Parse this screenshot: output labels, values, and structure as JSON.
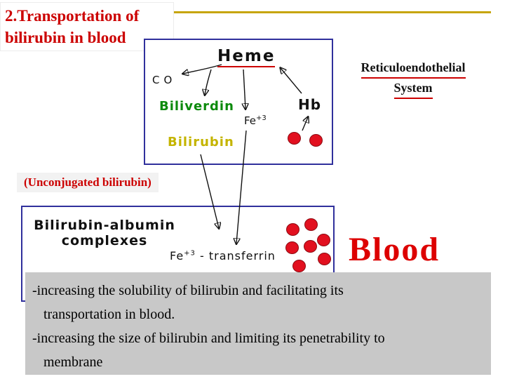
{
  "title": {
    "line1": "2.Transportation of",
    "line2": "bilirubin in blood"
  },
  "top_diagram": {
    "heme": "Heme",
    "co": "CO",
    "biliverdin": "Biliverdin",
    "fe": "Fe",
    "fe_sup": "+3",
    "hb": "Hb",
    "bilirubin": "Bilirubin"
  },
  "res": {
    "line1": "Reticuloendothelial",
    "line2": "System"
  },
  "unconjugated": "(Unconjugated bilirubin)",
  "bottom_diagram": {
    "complexes_line1": "Bilirubin-albumin",
    "complexes_line2": "complexes",
    "fe": "Fe",
    "fe_sup": "+3",
    "transferrin": " - transferrin"
  },
  "blood": "Blood",
  "notes": [
    "-increasing the solubility of bilirubin and facilitating its",
    "transportation in blood.",
    "-increasing the size of bilirubin and limiting its penetrability to",
    "membrane"
  ],
  "colors": {
    "title_red": "#cc0000",
    "accent_yellow": "#c6a50a",
    "biliverdin_green": "#0c8a0c",
    "bilirubin_yellow": "#c4b400",
    "blood_red": "#dd0000",
    "box_border_blue": "#30309c",
    "red_cell": "#e2101f",
    "notes_bg": "#c8c8c8"
  }
}
